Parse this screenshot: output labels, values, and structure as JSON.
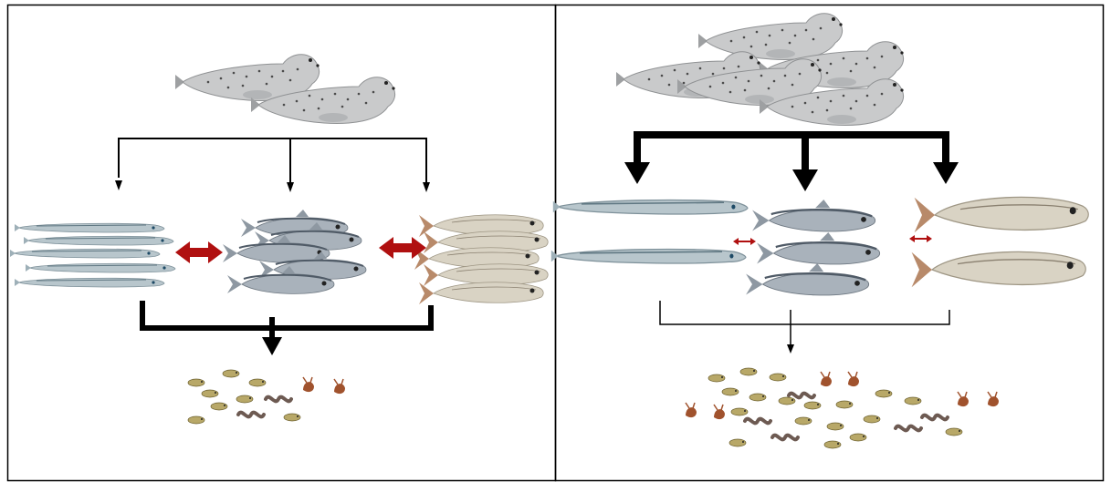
{
  "diagram": {
    "background": "#ffffff",
    "border_color": "#000000",
    "seal_color": "#c9cacb",
    "seal_spot_color": "#4a4a4a",
    "fish_colors": {
      "sandeel": "#b8c6cc",
      "herring": "#a9b2bb",
      "whitefish": "#d9d3c4"
    },
    "interaction_arrow_color": "#b01010",
    "prey_colors": {
      "copepod": "#b8a868",
      "worm": "#6d5a52",
      "amphipod": "#a0522d"
    }
  },
  "panels": [
    {
      "id": "left",
      "seal_count": 2,
      "predation_strength": "weak",
      "competition_strength": "strong",
      "grazing_strength": "strong",
      "prey_abundance": "low"
    },
    {
      "id": "right",
      "seal_count": 5,
      "predation_strength": "strong",
      "competition_strength": "weak",
      "grazing_strength": "weak",
      "prey_abundance": "high"
    }
  ]
}
